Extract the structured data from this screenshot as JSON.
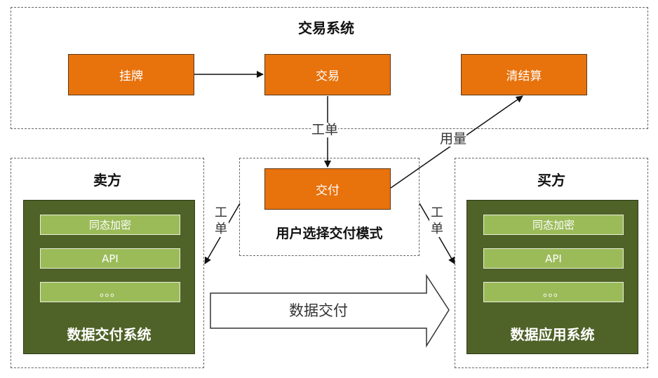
{
  "trading_system": {
    "title": "交易系统",
    "listing": "挂牌",
    "trade": "交易",
    "settlement": "清结算"
  },
  "delivery": {
    "box": "交付",
    "mode_label": "用户选择交付模式"
  },
  "edges": {
    "trade_to_delivery": "工单",
    "usage": "用量",
    "ticket_left": "工单",
    "ticket_right": "工单",
    "data_delivery": "数据交付"
  },
  "seller": {
    "title": "卖方",
    "items": [
      "同态加密",
      "API",
      "。。。"
    ],
    "system": "数据交付系统"
  },
  "buyer": {
    "title": "买方",
    "items": [
      "同态加密",
      "API",
      "。。。"
    ],
    "system": "数据应用系统"
  }
}
